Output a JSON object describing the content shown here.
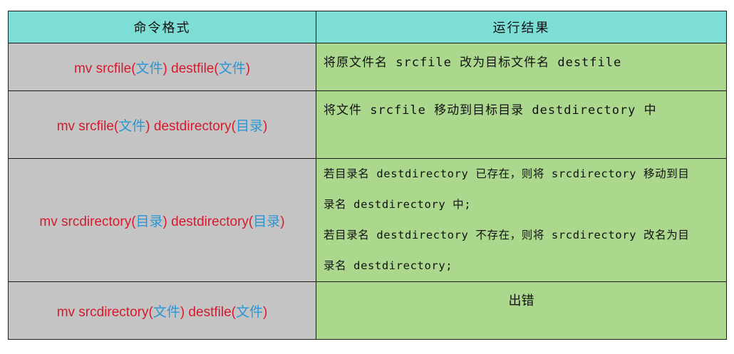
{
  "table": {
    "headers": [
      "命令格式",
      "运行结果"
    ],
    "rows": [
      {
        "cmd": {
          "p1": "mv srcfile(",
          "a1": "文件",
          "p2": ") destfile(",
          "a2": "文件",
          "p3": ")"
        },
        "result": [
          "将原文件名 srcfile 改为目标文件名 destfile"
        ]
      },
      {
        "cmd": {
          "p1": "mv srcfile(",
          "a1": "文件",
          "p2": ") destdirectory(",
          "a2": "目录",
          "p3": ")"
        },
        "result": [
          "将文件 srcfile 移动到目标目录 destdirectory 中"
        ]
      },
      {
        "cmd": {
          "p1": "mv srcdirectory(",
          "a1": "目录",
          "p2": ") destdirectory(",
          "a2": "目录",
          "p3": ")"
        },
        "result": [
          "若目录名 destdirectory 已存在，则将 srcdirectory 移动到目",
          "录名 destdirectory 中;",
          "若目录名 destdirectory 不存在，则将 srcdirectory 改名为目",
          "录名 destdirectory;"
        ]
      },
      {
        "cmd": {
          "p1": "mv srcdirectory(",
          "a1": "文件",
          "p2": ") destfile(",
          "a2": "文件",
          "p3": ")"
        },
        "result": [
          "出错"
        ]
      }
    ]
  },
  "colors": {
    "header_bg": "#7dded6",
    "cmd_bg": "#c4c4c4",
    "result_bg": "#acd88e",
    "cmd_text": "#d51a2e",
    "arg_text": "#2a96d4"
  }
}
